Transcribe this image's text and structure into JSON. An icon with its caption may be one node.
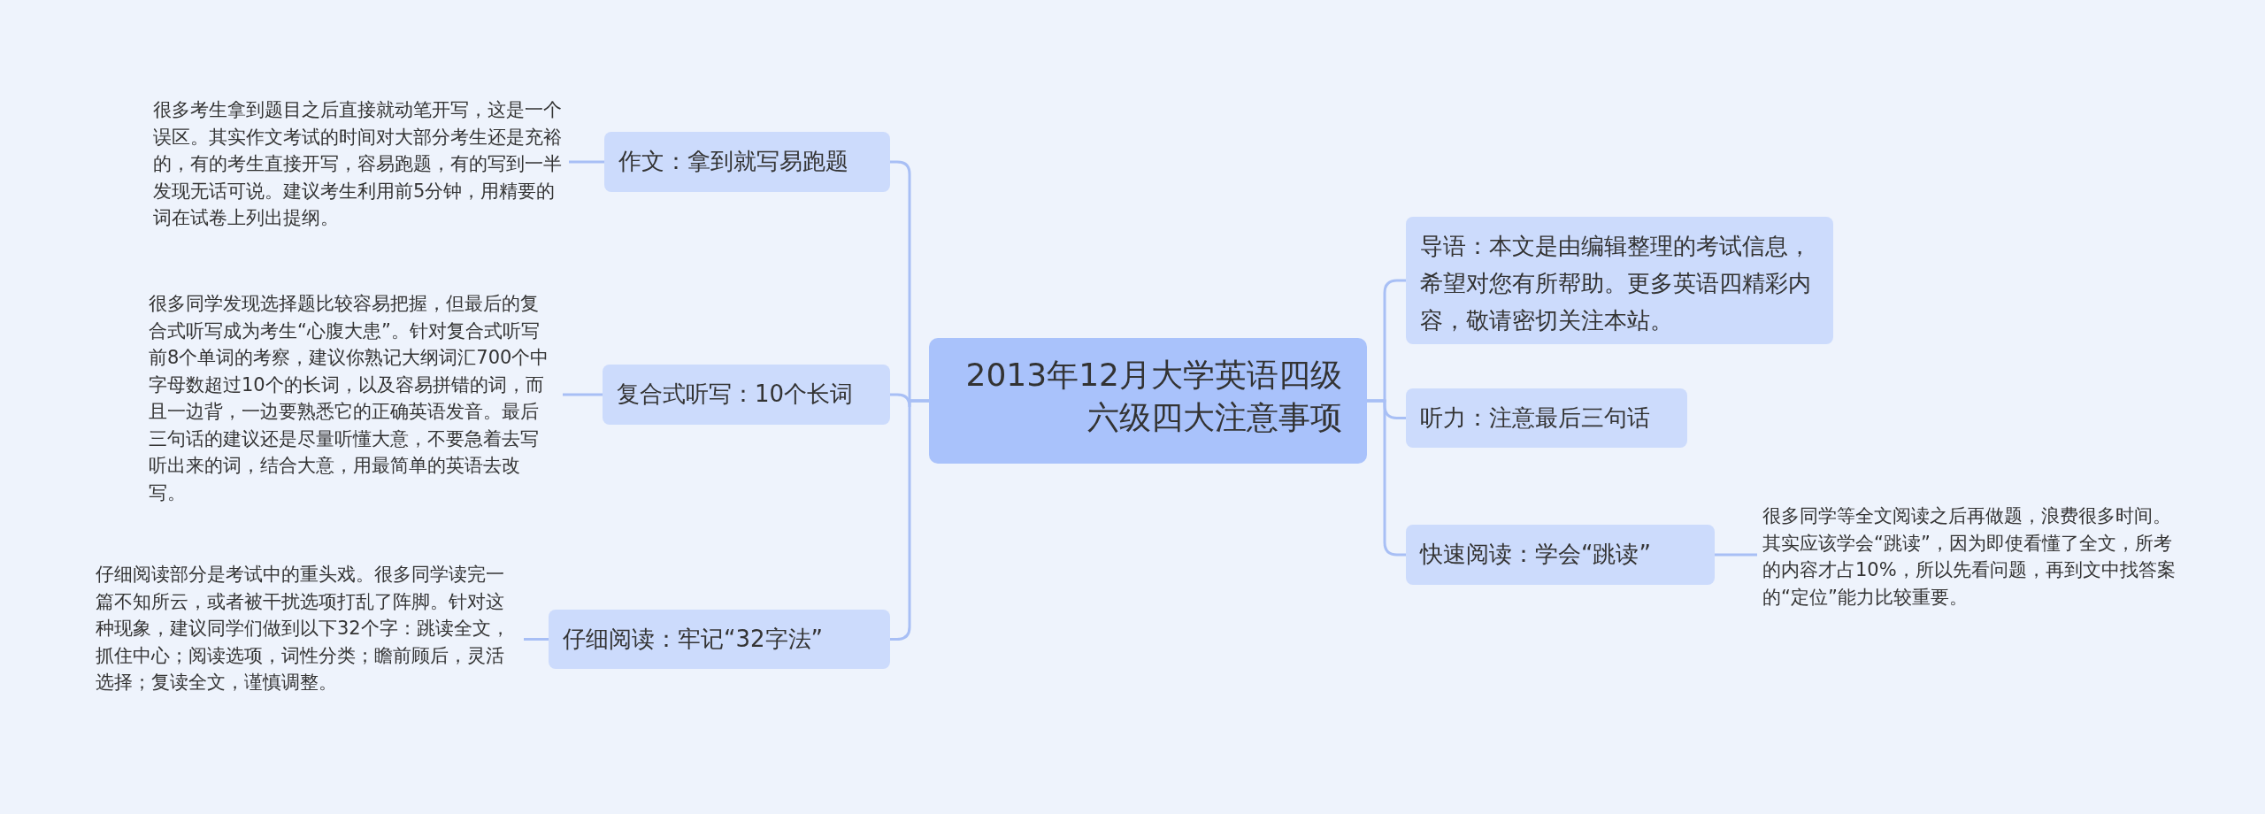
{
  "diagram": {
    "nodes": [
      {
        "text": [
          "2013年12月大学英语四级六级四大注意事项"
        ]
      },
      {
        "text": [
          "作文：拿到就写易跑题"
        ]
      },
      {
        "text": [
          "很多考生拿到题目之后直接就动笔开写，这是一个误区。其实作文考试的时间对大部分考生还是充裕的，有的考生直接开写，容易跑题，有的写到一半发现无话可说。建议考生利用前5分钟，用精要的词在试卷上列出提纲。"
        ]
      },
      {
        "text": [
          "复合式听写：10个长词"
        ]
      },
      {
        "text": [
          "很多同学发现选择题比较容易把握，但最后的复合式听写成为考生“心腹大患”。针对复合式听写前8个单词的考察，建议你熟记大纲词汇700个中字母数超过10个的长词，以及容易拼错的词，而且一边背，一边要熟悉它的正确英语发音。最后三句话的建议还是尽量听懂大意，不要急着去写听出来的词，结合大意，用最简单的英语去改写。"
        ]
      },
      {
        "text": [
          "仔细阅读：牢记“32字法”"
        ]
      },
      {
        "text": [
          "仔细阅读部分是考试中的重头戏。很多同学读完一篇不知所云，或者被干扰选项打乱了阵脚。针对这种现象，建议同学们做到以下32个字：跳读全文，抓住中心；阅读选项，词性分类；瞻前顾后，灵活选择；复读全文，谨慎调整。"
        ]
      },
      {
        "text": [
          "导语：本文是由编辑整理的考试信息，希望对您有所帮助。更多英语四精彩内容，敬请密切关注本站。"
        ]
      },
      {
        "text": [
          "听力：注意最后三句话"
        ]
      },
      {
        "text": [
          "快速阅读：学会“跳读”"
        ]
      },
      {
        "text": [
          "很多同学等全文阅读之后再做题，浪费很多时间。其实应该学会“跳读”，因为即使看懂了全文，所考的内容才占10%，所以先看问题，再到文中找答案的“定位”能力比较重要。"
        ]
      }
    ],
    "edges": [
      {
        "from": 0,
        "to": 1,
        "arrow": "none"
      },
      {
        "from": 1,
        "to": 2,
        "arrow": "none"
      },
      {
        "from": 0,
        "to": 3,
        "arrow": "none"
      },
      {
        "from": 3,
        "to": 4,
        "arrow": "none"
      },
      {
        "from": 0,
        "to": 5,
        "arrow": "none"
      },
      {
        "from": 5,
        "to": 6,
        "arrow": "none"
      },
      {
        "from": 0,
        "to": 7,
        "arrow": "none"
      },
      {
        "from": 0,
        "to": 8,
        "arrow": "none"
      },
      {
        "from": 0,
        "to": 9,
        "arrow": "none"
      },
      {
        "from": 9,
        "to": 10,
        "arrow": "none"
      }
    ]
  }
}
